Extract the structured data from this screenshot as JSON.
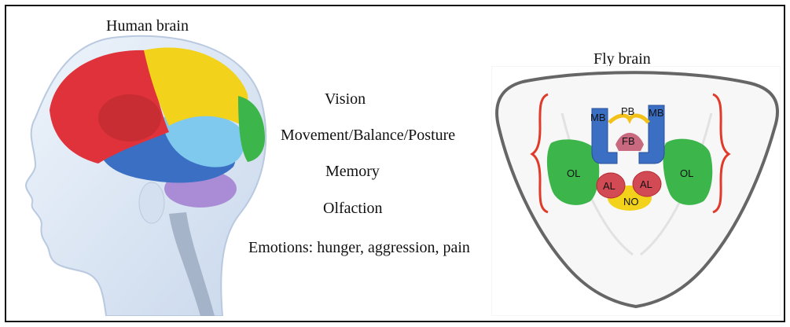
{
  "human": {
    "title": "Human brain"
  },
  "fly": {
    "title": "Fly brain",
    "labels": {
      "mb_left": "MB",
      "pb": "PB",
      "mb_right": "MB",
      "fb": "FB",
      "ol_left": "OL",
      "ol_right": "OL",
      "al_left": "AL",
      "al_right": "AL",
      "no": "NO"
    }
  },
  "functions": [
    "Vision",
    "Movement/Balance/Posture",
    "Memory",
    "Olfaction",
    "Emotions: hunger, aggression, pain"
  ],
  "colors": {
    "red": "#e0323a",
    "yellow": "#f2d21a",
    "green": "#3cb54a",
    "blue": "#3a6fc4",
    "light_blue": "#7fc8ee",
    "purple": "#a98bd6",
    "pink": "#c0506a",
    "bracket": "#e03a2a"
  }
}
